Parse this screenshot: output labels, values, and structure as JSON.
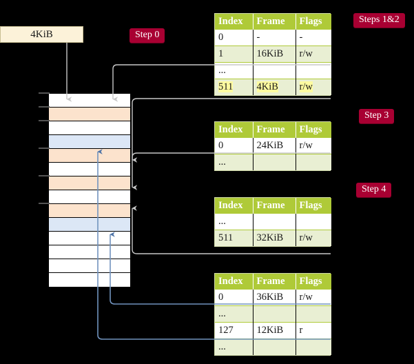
{
  "page_size_box": {
    "label": "4KiB"
  },
  "step_labels": [
    {
      "name": "step-0",
      "text": "Step 0"
    },
    {
      "name": "steps-1-2",
      "text": "Steps 1&2"
    },
    {
      "name": "step-3",
      "text": "Step 3"
    },
    {
      "name": "step-4",
      "text": "Step 4"
    }
  ],
  "colors": {
    "header_green": "#AFCA38",
    "row_alt_green": "#E9EFD3",
    "highlight_yellow": "#FFFBA0",
    "step_badge_red": "#A80032",
    "page_box_cream": "#FCF2D9",
    "mem_orange": "#FCE3CD",
    "mem_blue": "#DCE7F6",
    "mem_white": "#FFFFFF",
    "wire_grey": "#C8C8C8",
    "wire_blue": "#7193BE"
  },
  "memory_column": {
    "name": "physical-memory-frames",
    "rows": [
      {
        "fill": "#FFFFFF"
      },
      {
        "fill": "#FCE3CD"
      },
      {
        "fill": "#FFFFFF"
      },
      {
        "fill": "#DCE7F6"
      },
      {
        "fill": "#FCE3CD"
      },
      {
        "fill": "#FFFFFF"
      },
      {
        "fill": "#FCE3CD"
      },
      {
        "fill": "#FFFFFF"
      },
      {
        "fill": "#FCE3CD"
      },
      {
        "fill": "#DCE7F6"
      },
      {
        "fill": "#FFFFFF"
      },
      {
        "fill": "#FFFFFF"
      },
      {
        "fill": "#FFFFFF"
      },
      {
        "fill": "#FFFFFF"
      }
    ]
  },
  "tables": [
    {
      "name": "page-table-level-4",
      "headers": [
        "Index",
        "Frame",
        "Flags"
      ],
      "rows": [
        {
          "style": "plain",
          "cells": [
            "0",
            "-",
            "-"
          ],
          "highlight": [
            false,
            false,
            false
          ]
        },
        {
          "style": "alt",
          "cells": [
            "1",
            "16KiB",
            "r/w"
          ],
          "highlight": [
            false,
            false,
            false
          ]
        },
        {
          "style": "plain",
          "cells": [
            "...",
            "",
            ""
          ],
          "highlight": [
            false,
            false,
            false
          ]
        },
        {
          "style": "alt",
          "cells": [
            "511",
            "4KiB",
            "r/w"
          ],
          "highlight": [
            true,
            true,
            true
          ]
        }
      ]
    },
    {
      "name": "page-table-level-3",
      "headers": [
        "Index",
        "Frame",
        "Flags"
      ],
      "rows": [
        {
          "style": "plain",
          "cells": [
            "0",
            "24KiB",
            "r/w"
          ],
          "highlight": [
            false,
            false,
            false
          ]
        },
        {
          "style": "alt",
          "cells": [
            "...",
            "",
            ""
          ],
          "highlight": [
            false,
            false,
            false
          ]
        }
      ]
    },
    {
      "name": "page-table-level-2",
      "headers": [
        "Index",
        "Frame",
        "Flags"
      ],
      "rows": [
        {
          "style": "plain",
          "cells": [
            "...",
            "",
            ""
          ],
          "highlight": [
            false,
            false,
            false
          ]
        },
        {
          "style": "alt",
          "cells": [
            "511",
            "32KiB",
            "r/w"
          ],
          "highlight": [
            false,
            false,
            false
          ]
        }
      ]
    },
    {
      "name": "page-table-level-1",
      "headers": [
        "Index",
        "Frame",
        "Flags"
      ],
      "rows": [
        {
          "style": "plain",
          "cells": [
            "0",
            "36KiB",
            "r/w"
          ],
          "highlight": [
            false,
            false,
            false
          ]
        },
        {
          "style": "alt",
          "cells": [
            "...",
            "",
            ""
          ],
          "highlight": [
            false,
            false,
            false
          ]
        },
        {
          "style": "plain",
          "cells": [
            "127",
            "12KiB",
            "r"
          ],
          "highlight": [
            false,
            false,
            false
          ]
        },
        {
          "style": "alt",
          "cells": [
            "...",
            "",
            ""
          ],
          "highlight": [
            false,
            false,
            false
          ]
        }
      ]
    }
  ]
}
